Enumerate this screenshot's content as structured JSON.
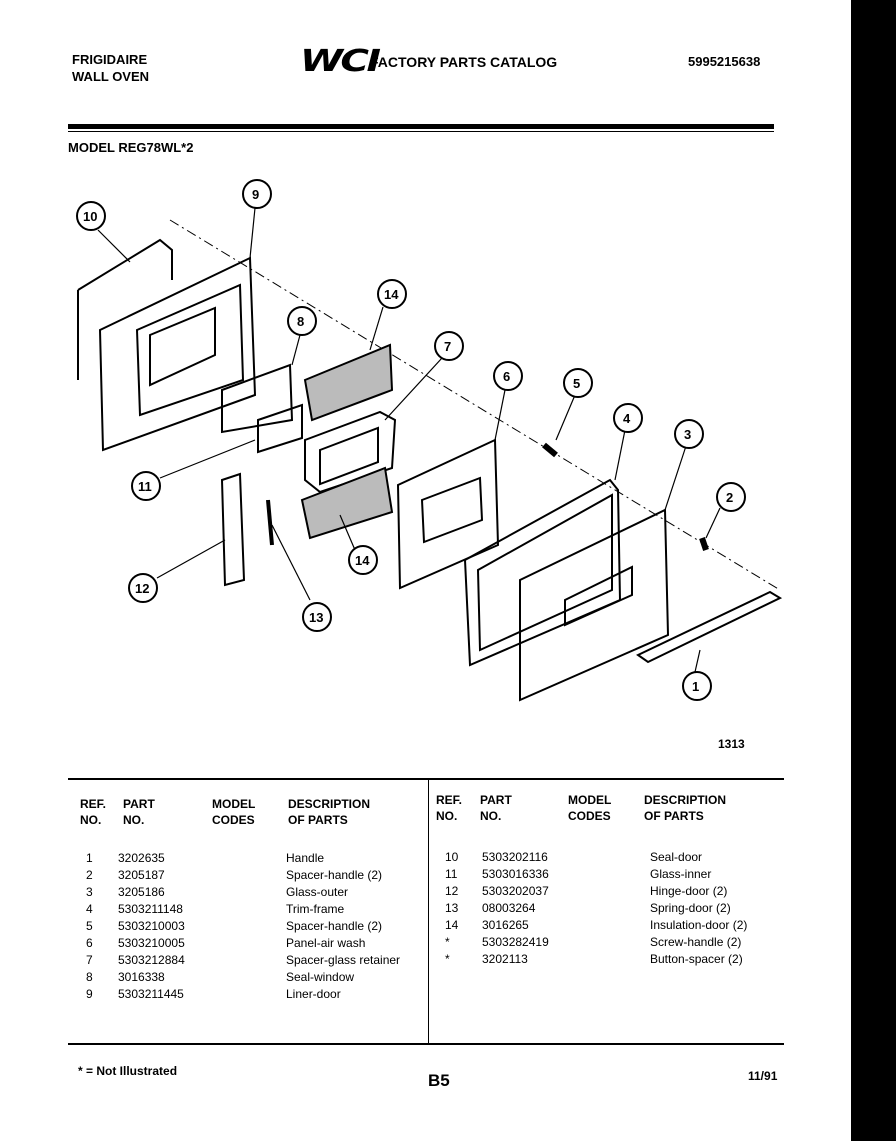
{
  "header": {
    "brand": "FRIGIDAIRE",
    "product": "WALL OVEN",
    "logo": "WCI",
    "catalog_title": "FACTORY PARTS CATALOG",
    "catalog_number": "5995215638",
    "model_label": "MODEL REG78WL*2"
  },
  "diagram": {
    "figure_number": "1313",
    "callouts": [
      "1",
      "2",
      "3",
      "4",
      "5",
      "6",
      "7",
      "8",
      "9",
      "10",
      "11",
      "12",
      "13",
      "14",
      "14"
    ]
  },
  "table": {
    "headers_left": {
      "ref": "REF.",
      "ref2": "NO.",
      "part": "PART",
      "part2": "NO.",
      "model": "MODEL",
      "model2": "CODES",
      "desc": "DESCRIPTION",
      "desc2": "OF PARTS"
    },
    "headers_right": {
      "ref": "REF.",
      "ref2": "NO.",
      "part": "PART",
      "part2": "NO.",
      "model": "MODEL",
      "model2": "CODES",
      "desc": "DESCRIPTION",
      "desc2": "OF PARTS"
    },
    "left_rows": [
      {
        "ref": "1",
        "part": "3202635",
        "desc": "Handle"
      },
      {
        "ref": "2",
        "part": "3205187",
        "desc": "Spacer-handle (2)"
      },
      {
        "ref": "3",
        "part": "3205186",
        "desc": "Glass-outer"
      },
      {
        "ref": "4",
        "part": "5303211148",
        "desc": "Trim-frame"
      },
      {
        "ref": "5",
        "part": "5303210003",
        "desc": "Spacer-handle (2)"
      },
      {
        "ref": "6",
        "part": "5303210005",
        "desc": "Panel-air wash"
      },
      {
        "ref": "7",
        "part": "5303212884",
        "desc": "Spacer-glass retainer"
      },
      {
        "ref": "8",
        "part": "3016338",
        "desc": "Seal-window"
      },
      {
        "ref": "9",
        "part": "5303211445",
        "desc": "Liner-door"
      }
    ],
    "right_rows": [
      {
        "ref": "10",
        "part": "5303202116",
        "desc": "Seal-door"
      },
      {
        "ref": "11",
        "part": "5303016336",
        "desc": "Glass-inner"
      },
      {
        "ref": "12",
        "part": "5303202037",
        "desc": "Hinge-door (2)"
      },
      {
        "ref": "13",
        "part": "08003264",
        "desc": "Spring-door (2)"
      },
      {
        "ref": "14",
        "part": "3016265",
        "desc": "Insulation-door (2)"
      },
      {
        "ref": "*",
        "part": "5303282419",
        "desc": "Screw-handle (2)"
      },
      {
        "ref": "*",
        "part": "3202113",
        "desc": "Button-spacer (2)"
      }
    ]
  },
  "footer": {
    "note": "* = Not Illustrated",
    "page": "B5",
    "date": "11/91"
  }
}
